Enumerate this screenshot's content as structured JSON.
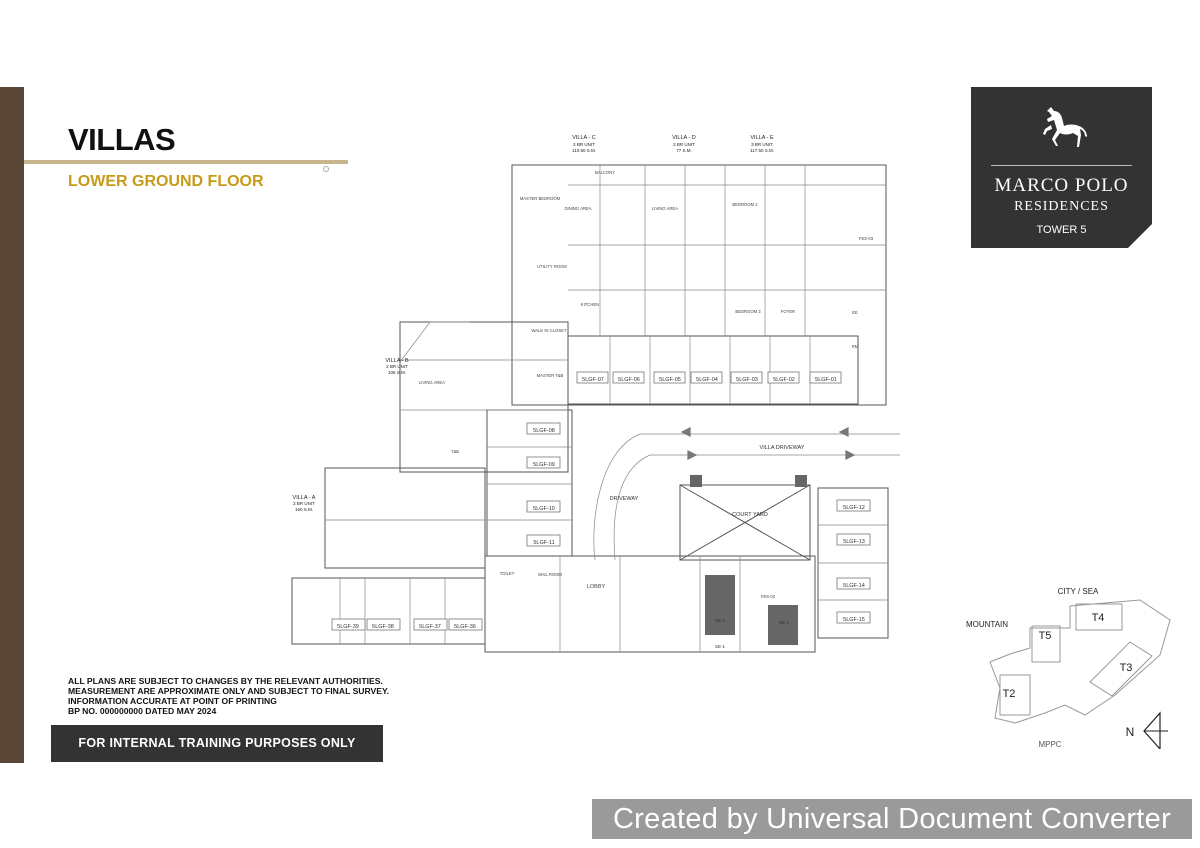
{
  "title": "VILLAS",
  "subtitle": "LOWER GROUND FLOOR",
  "logo": {
    "brand": "MARCO POLO",
    "sub": "RESIDENCES",
    "tower": "TOWER 5",
    "icon": "horse-icon"
  },
  "notes": [
    "ALL PLANS ARE SUBJECT TO CHANGES BY THE RELEVANT AUTHORITIES.",
    "MEASUREMENT ARE APPROXIMATE ONLY AND SUBJECT TO FINAL SURVEY.",
    "INFORMATION ACCURATE AT POINT OF PRINTING",
    "BP NO. 000000000 DATED MAY 2024"
  ],
  "internal_banner": "FOR INTERNAL TRAINING PURPOSES ONLY",
  "plan": {
    "villas": {
      "c": {
        "name": "VILLA - C",
        "unit": "2 BR UNIT",
        "area": "110.50 S.M."
      },
      "d": {
        "name": "VILLA - D",
        "unit": "2 BR UNIT",
        "area": "77 S.M."
      },
      "e": {
        "name": "VILLA - E",
        "unit": "3 BR UNIT",
        "area": "117.50 S.M."
      },
      "b": {
        "name": "VILLA - B",
        "unit": "2 BR UNIT",
        "area": "106 S.M."
      },
      "a": {
        "name": "VILLA - A",
        "unit": "2 BR UNIT",
        "area": "160 S.M."
      }
    },
    "rooms": {
      "balcony": "BALCONY",
      "master_bedroom": "MASTER BEDROOM",
      "dining_area": "DINING AREA",
      "living_area": "LIVING AREA",
      "bedroom_2": "BEDROOM 2",
      "bedroom_3": "BEDROOM 3",
      "kitchen": "KITCHEN",
      "utility_room": "UTILITY ROOM",
      "foyer": "FOYER",
      "walk_in_closet": "WALK IN CLOSET",
      "master_tb": "MASTER T&B",
      "tb": "T&B",
      "living_dining": "LIVING AREA",
      "mail_room": "MAIL ROOM",
      "lobby": "LOBBY",
      "toilet": "TOILET",
      "fes_03": "FES-03",
      "fes_02": "FES-02",
      "ee": "EE",
      "rm": "RM"
    },
    "spaces": {
      "row_top": [
        "5LGF-07",
        "5LGF-06",
        "5LGF-05",
        "5LGF-04",
        "5LGF-03",
        "5LGF-02",
        "5LGF-01"
      ],
      "col_mid": [
        "5LGF-08",
        "5LGF-09",
        "5LGF-10",
        "5LGF-11"
      ],
      "col_right": [
        "5LGF-12",
        "5LGF-13",
        "5LGF-14",
        "5LGF-15"
      ],
      "row_bottom": [
        "5LGF-39",
        "5LGF-38",
        "5LGF-37",
        "5LGF-36"
      ]
    },
    "villa_driveway": "VILLA DRIVEWAY",
    "driveway": "DRIVEWAY",
    "courtyard": "COURT YARD",
    "elevators": [
      "SE-1",
      "SE-1",
      "SE-1"
    ]
  },
  "keyplan": {
    "city_sea": "CITY / SEA",
    "mountain": "MOUNTAIN",
    "towers": [
      "T5",
      "T4",
      "T3",
      "T2"
    ],
    "mppc": "MPPC",
    "north": "N"
  },
  "watermark": "Created by Universal Document Converter"
}
